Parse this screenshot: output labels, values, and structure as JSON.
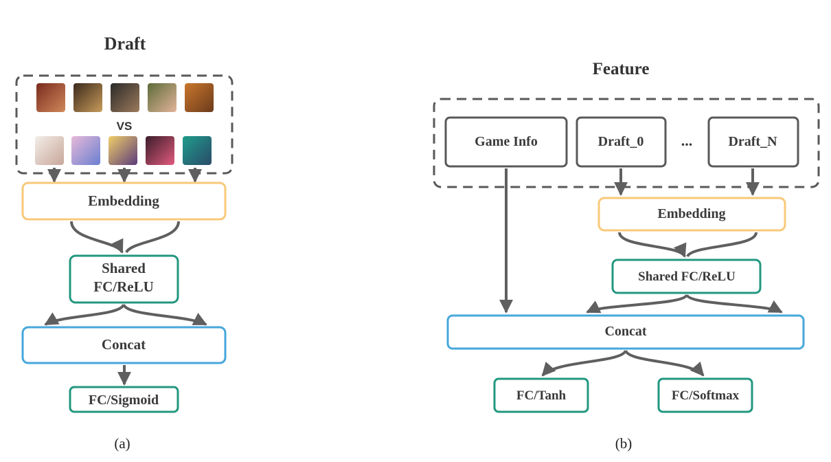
{
  "colors": {
    "embedding": "#F8C97A",
    "fc": "#22977F",
    "concat": "#46A7DB",
    "neutral": "#595959",
    "arrow": "#5f5f5f"
  },
  "panel_a": {
    "title": "Draft",
    "vs": "VS",
    "embedding": "Embedding",
    "shared_line1": "Shared",
    "shared_line2": "FC/ReLU",
    "concat": "Concat",
    "output": "FC/Sigmoid",
    "caption": "(a)",
    "hero_portraits": {
      "top": [
        "hero-portrait-1",
        "hero-portrait-2",
        "hero-portrait-3",
        "hero-portrait-4",
        "hero-portrait-5"
      ],
      "bottom": [
        "hero-portrait-6",
        "hero-portrait-7",
        "hero-portrait-8",
        "hero-portrait-9",
        "hero-portrait-10"
      ]
    }
  },
  "panel_b": {
    "title": "Feature",
    "game_info": "Game Info",
    "draft_0": "Draft_0",
    "ellipsis": "...",
    "draft_n": "Draft_N",
    "embedding": "Embedding",
    "shared": "Shared FC/ReLU",
    "concat": "Concat",
    "out_left": "FC/Tanh",
    "out_right": "FC/Softmax",
    "caption": "(b)"
  }
}
